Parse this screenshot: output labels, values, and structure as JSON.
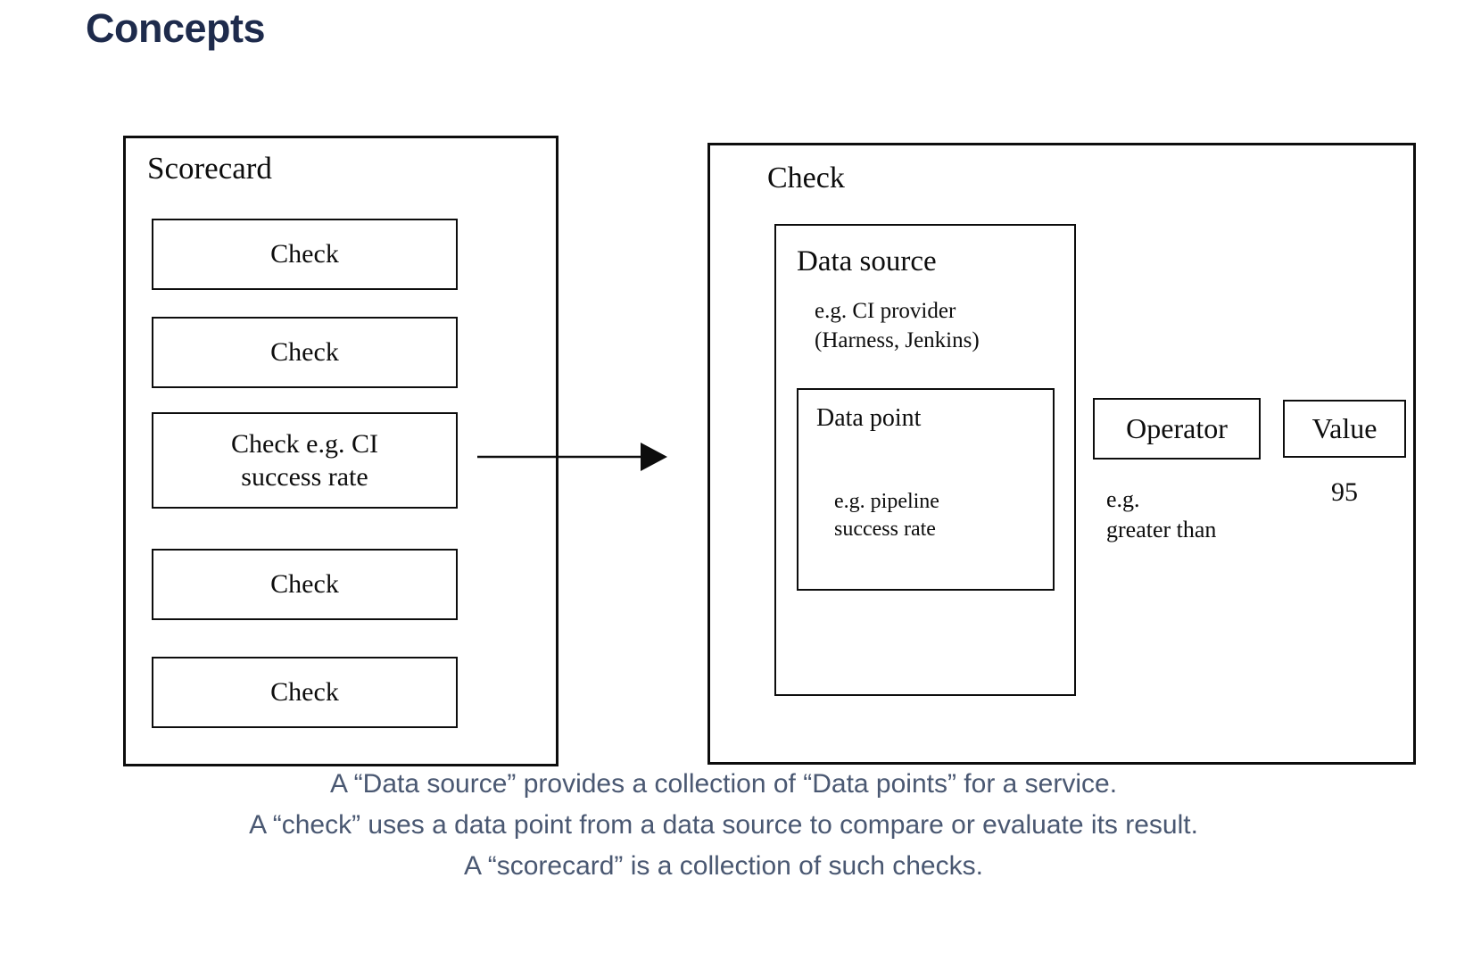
{
  "title": "Concepts",
  "diagram": {
    "scorecard": {
      "label": "Scorecard",
      "checks": [
        "Check",
        "Check",
        "Check e.g. CI\nsuccess rate",
        "Check",
        "Check"
      ]
    },
    "check_detail": {
      "label": "Check",
      "data_source": {
        "label": "Data source",
        "example": "e.g. CI provider\n(Harness, Jenkins)",
        "data_point": {
          "label": "Data point",
          "example": "e.g. pipeline\nsuccess rate"
        }
      },
      "operator": {
        "label": "Operator",
        "example": "e.g.\ngreater than"
      },
      "value": {
        "label": "Value",
        "example": "95"
      }
    },
    "arrow": "flow-arrow"
  },
  "caption": {
    "lines": [
      "A “Data source” provides a collection of “Data points” for a service.",
      "A “check” uses a data point from a data source to compare or evaluate its result.",
      "A “scorecard” is a collection of such checks."
    ]
  },
  "colors": {
    "title": "#1e2b4c",
    "caption_text": "#4a5872",
    "diagram_line": "#0d0d0d",
    "background": "#ffffff"
  }
}
